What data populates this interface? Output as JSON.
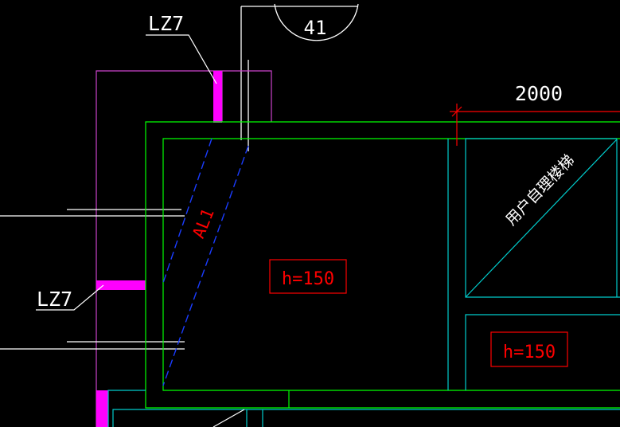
{
  "drawing": {
    "labels": {
      "lz7_top": "LZ7",
      "lz7_left": "LZ7",
      "axis_41": "41",
      "dim_2000": "2000",
      "beam_al1": "AL1",
      "h_main": "h=150",
      "h_small": "h=150",
      "stair_note": "用户自理楼梯"
    },
    "colors": {
      "background": "#000000",
      "white": "#ffffff",
      "magenta": "#ff00ff",
      "green": "#00ff00",
      "cyan": "#00cccc",
      "red": "#ff0000",
      "blue": "#1a3cff",
      "violet": "#cc44cc"
    }
  }
}
